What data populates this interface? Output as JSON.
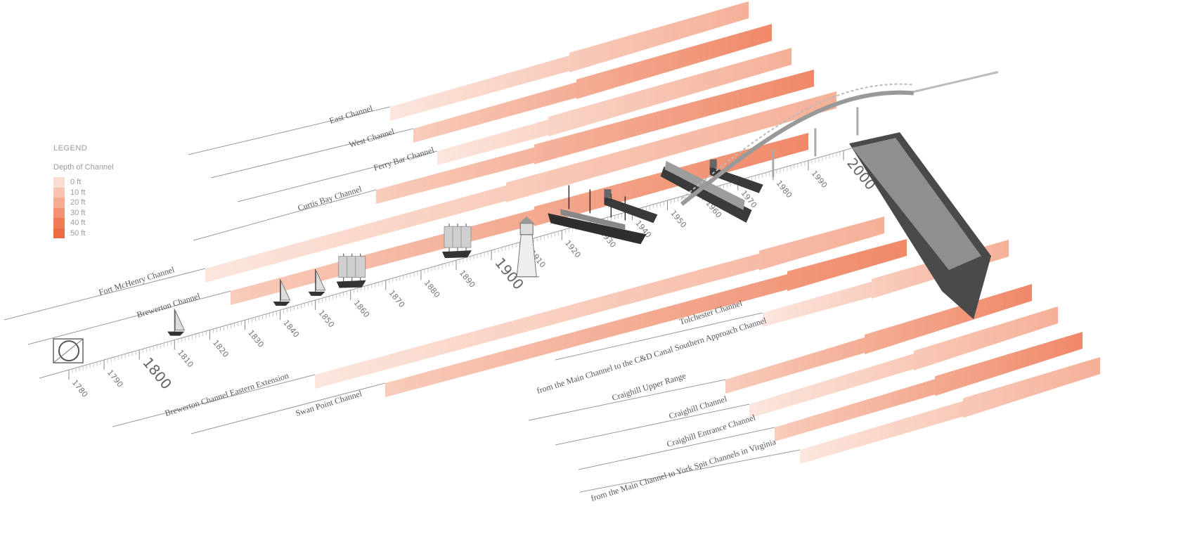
{
  "legend": {
    "title": "LEGEND",
    "subtitle": "Depth of Channel",
    "items": [
      {
        "label": "0 ft",
        "color": "#f9ddd2"
      },
      {
        "label": "10 ft",
        "color": "#f7c4b0"
      },
      {
        "label": "20 ft",
        "color": "#f5ab90"
      },
      {
        "label": "30 ft",
        "color": "#f29272"
      },
      {
        "label": "40 ft",
        "color": "#ef7a55"
      },
      {
        "label": "50 ft",
        "color": "#ec6a44"
      }
    ]
  },
  "timeline": {
    "years": [
      "1780",
      "1790",
      "1800",
      "1810",
      "1820",
      "1830",
      "1840",
      "1850",
      "1860",
      "1870",
      "1880",
      "1890",
      "1900",
      "1910",
      "1920",
      "1930",
      "1940",
      "1950",
      "1960",
      "1970",
      "1980",
      "1990",
      "2000"
    ],
    "major_years": [
      "1800",
      "1900",
      "2000"
    ]
  },
  "channels": [
    {
      "name": "East Channel"
    },
    {
      "name": "West Channel"
    },
    {
      "name": "Ferry Bar Channel"
    },
    {
      "name": "Curtis Bay Channel"
    },
    {
      "name": "Fort McHenry Channel"
    },
    {
      "name": "Brewerton Channel"
    },
    {
      "name": "Brewerton Channel Eastern Extension"
    },
    {
      "name": "Swan Point Channel"
    },
    {
      "name": "Tolchester Channel"
    },
    {
      "name": "from the Main Channel to the C&D Canal Southern Approach Channel"
    },
    {
      "name": "Craighill Upper Range"
    },
    {
      "name": "Craighill Channel"
    },
    {
      "name": "Craighill Entrance Channel"
    },
    {
      "name": "from the Main Channel to York Spit Channels in Virginia"
    }
  ],
  "illustrations": [
    {
      "icon": "dredge-machine-icon",
      "year": "1780"
    },
    {
      "icon": "sailboat-icon",
      "year": "1810"
    },
    {
      "icon": "sailboat-icon",
      "year": "1840"
    },
    {
      "icon": "sailboat-icon",
      "year": "1850"
    },
    {
      "icon": "tall-ship-icon",
      "year": "1860"
    },
    {
      "icon": "tall-ship-icon",
      "year": "1890"
    },
    {
      "icon": "lighthouse-icon",
      "year": "1910"
    },
    {
      "icon": "steamship-icon",
      "year": "1930"
    },
    {
      "icon": "cargo-ship-icon",
      "year": "1940"
    },
    {
      "icon": "container-ship-icon",
      "year": "1960"
    },
    {
      "icon": "cargo-ship-icon",
      "year": "1970"
    },
    {
      "icon": "truss-bridge-icon",
      "year": "1980"
    },
    {
      "icon": "large-container-ship-icon",
      "year": "2000"
    }
  ]
}
